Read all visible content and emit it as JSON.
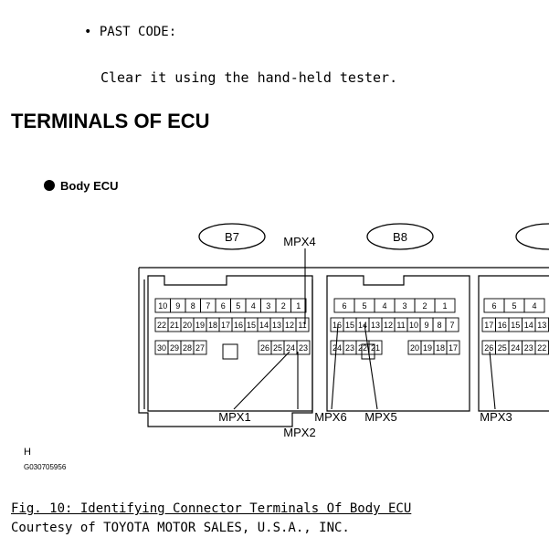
{
  "past_code": {
    "bullet": "•",
    "label": "PAST CODE:"
  },
  "instruction": "Clear it using the hand-held tester.",
  "section_heading": "TERMINALS OF ECU",
  "diagram": {
    "ecu_label": "Body ECU",
    "connectors": [
      "B7",
      "B8"
    ],
    "connector_b7": {
      "row1": [
        "10",
        "9",
        "8",
        "7",
        "6",
        "5",
        "4",
        "3",
        "2",
        "1"
      ],
      "row2": [
        "22",
        "21",
        "20",
        "19",
        "18",
        "17",
        "16",
        "15",
        "14",
        "13",
        "12",
        "11"
      ],
      "row3_left": [
        "30",
        "29",
        "28",
        "27"
      ],
      "row3_right": [
        "26",
        "25",
        "24",
        "23"
      ]
    },
    "connector_b8": {
      "row1": [
        "6",
        "5",
        "4",
        "3",
        "2",
        "1"
      ],
      "row2": [
        "16",
        "15",
        "14",
        "13",
        "12",
        "11",
        "10",
        "9",
        "8",
        "7"
      ],
      "row3_left": [
        "24",
        "23",
        "22",
        "21"
      ],
      "row3_right": [
        "20",
        "19",
        "18",
        "17"
      ]
    },
    "connector_c": {
      "row1": [
        "6",
        "5",
        "4"
      ],
      "row2": [
        "17",
        "16",
        "15",
        "14",
        "13"
      ],
      "row3": [
        "26",
        "25",
        "24",
        "23",
        "22"
      ]
    },
    "callouts": [
      "MPX4",
      "MPX1",
      "MPX2",
      "MPX6",
      "MPX5",
      "MPX3"
    ],
    "view_mark": "H",
    "figure_code": "G030705956"
  },
  "caption": "Fig. 10: Identifying Connector Terminals Of Body ECU",
  "courtesy": "Courtesy of TOYOTA MOTOR SALES, U.S.A., INC."
}
